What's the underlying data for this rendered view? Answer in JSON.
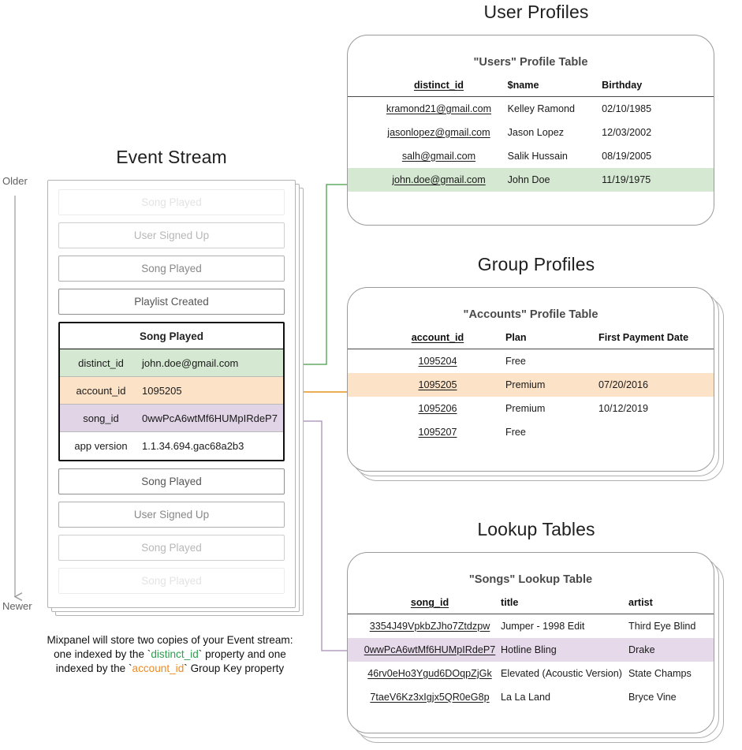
{
  "sections": {
    "event_stream_title": "Event Stream",
    "user_profiles_title": "User Profiles",
    "group_profiles_title": "Group Profiles",
    "lookup_tables_title": "Lookup Tables"
  },
  "axis": {
    "older": "Older",
    "newer": "Newer"
  },
  "event_stream": {
    "events_above": [
      {
        "label": "Song Played",
        "fade": "fade-1"
      },
      {
        "label": "User Signed Up",
        "fade": "fade-2"
      },
      {
        "label": "Song Played",
        "fade": "fade-3"
      },
      {
        "label": "Playlist Created",
        "fade": "fade-4"
      }
    ],
    "selected_event": {
      "title": "Song Played",
      "properties": [
        {
          "key": "distinct_id",
          "value": "john.doe@gmail.com",
          "highlight": "green"
        },
        {
          "key": "account_id",
          "value": "1095205",
          "highlight": "orange"
        },
        {
          "key": "song_id",
          "value": "0wwPcA6wtMf6HUMpIRdeP7",
          "highlight": "purple"
        },
        {
          "key": "app version",
          "value": "1.1.34.694.gac68a2b3",
          "highlight": "plain"
        }
      ]
    },
    "events_below": [
      {
        "label": "Song Played",
        "fade": "fade-4"
      },
      {
        "label": "User Signed Up",
        "fade": "fade-3"
      },
      {
        "label": "Song Played",
        "fade": "fade-2"
      },
      {
        "label": "Song Played",
        "fade": "fade-1"
      }
    ]
  },
  "caption": {
    "line1": "Mixpanel will store two copies of your Event stream:",
    "line2_pre": "one indexed by the `",
    "line2_token": "distinct_id",
    "line2_post": "` property and one",
    "line3_pre": "indexed by the `",
    "line3_token": "account_id",
    "line3_post": "` Group Key property"
  },
  "users_table": {
    "title": "\"Users\" Profile Table",
    "columns": [
      "distinct_id",
      "$name",
      "Birthday"
    ],
    "rows": [
      {
        "cells": [
          "kramond21@gmail.com",
          "Kelley Ramond",
          "02/10/1985"
        ],
        "highlight": ""
      },
      {
        "cells": [
          "jasonlopez@gmail.com",
          "Jason Lopez",
          "12/03/2002"
        ],
        "highlight": ""
      },
      {
        "cells": [
          "salh@gmail.com",
          "Salik Hussain",
          "08/19/2005"
        ],
        "highlight": ""
      },
      {
        "cells": [
          "john.doe@gmail.com",
          "John Doe",
          "11/19/1975"
        ],
        "highlight": "hl-green"
      }
    ]
  },
  "accounts_table": {
    "title": "\"Accounts\" Profile Table",
    "columns": [
      "account_id",
      "Plan",
      "First Payment Date"
    ],
    "rows": [
      {
        "cells": [
          "1095204",
          "Free",
          ""
        ],
        "highlight": ""
      },
      {
        "cells": [
          "1095205",
          "Premium",
          "07/20/2016"
        ],
        "highlight": "hl-orange"
      },
      {
        "cells": [
          "1095206",
          "Premium",
          "10/12/2019"
        ],
        "highlight": ""
      },
      {
        "cells": [
          "1095207",
          "Free",
          ""
        ],
        "highlight": ""
      }
    ]
  },
  "songs_table": {
    "title": "\"Songs\" Lookup Table",
    "columns": [
      "song_id",
      "title",
      "artist"
    ],
    "rows": [
      {
        "cells": [
          "3354J49VpkbZJho7Ztdzpw",
          "Jumper - 1998 Edit",
          "Third Eye Blind"
        ],
        "highlight": ""
      },
      {
        "cells": [
          "0wwPcA6wtMf6HUMpIRdeP7",
          "Hotline Bling",
          "Drake"
        ],
        "highlight": "hl-purple"
      },
      {
        "cells": [
          "46rv0eHo3Ygud6DOqpZjGk",
          "Elevated (Acoustic Version)",
          "State Champs"
        ],
        "highlight": ""
      },
      {
        "cells": [
          "7taeV6Kz3xIgjx5QR0eG8p",
          "La La Land",
          "Bryce Vine"
        ],
        "highlight": ""
      }
    ]
  },
  "colors": {
    "green": "#d5e8d2",
    "orange": "#fce3c8",
    "purple": "#e5d9ea",
    "green_line": "#63ab63",
    "orange_line": "#e8a33d",
    "purple_line": "#b49ec0",
    "card_border": "#9a9a9a"
  }
}
